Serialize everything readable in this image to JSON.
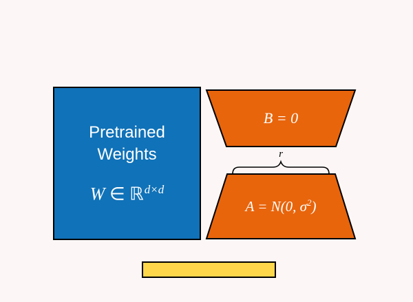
{
  "diagram": {
    "description": "LoRA-style diagram: pretrained weight matrix beside low-rank adapter matrices B and A with rank r, and an output bar below"
  },
  "colors": {
    "background": "#fcf7f6",
    "blue": "#1072b8",
    "orange": "#e8650c",
    "yellow": "#fed74b",
    "stroke": "#000000"
  },
  "pretrained": {
    "title": "Pretrained Weights",
    "math_var": "W",
    "math_rel": "∈",
    "math_set": "ℝ",
    "math_sup": "d×d"
  },
  "matrix_b": {
    "label": "B = 0"
  },
  "rank": {
    "label": "r"
  },
  "matrix_a": {
    "prefix": "A = N(0, σ",
    "sup": "2",
    "suffix": ")"
  }
}
